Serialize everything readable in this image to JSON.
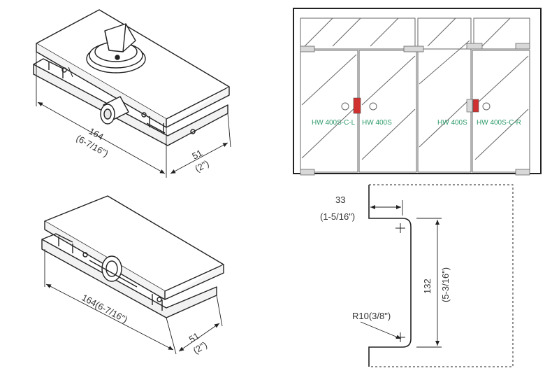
{
  "patch_top": {
    "length": "164",
    "length_in": "(6-7/16\")",
    "width": "51",
    "width_in": "(2\")"
  },
  "patch_bottom": {
    "length": "164(6-7/16\")",
    "width": "51",
    "width_in": "(2\")"
  },
  "elevation": {
    "doors": [
      {
        "label": "HW 400S-C-L"
      },
      {
        "label": "HW 400S"
      },
      {
        "label": "HW 400S"
      },
      {
        "label": "HW 400S-C-R"
      }
    ],
    "label_color": "#2e9a6a",
    "lock_color": "#d03030"
  },
  "profile": {
    "offset": "33",
    "offset_in": "(1-5/16\")",
    "height": "132",
    "height_in": "(5-3/16\")",
    "radius": "R10(3/8\")"
  }
}
